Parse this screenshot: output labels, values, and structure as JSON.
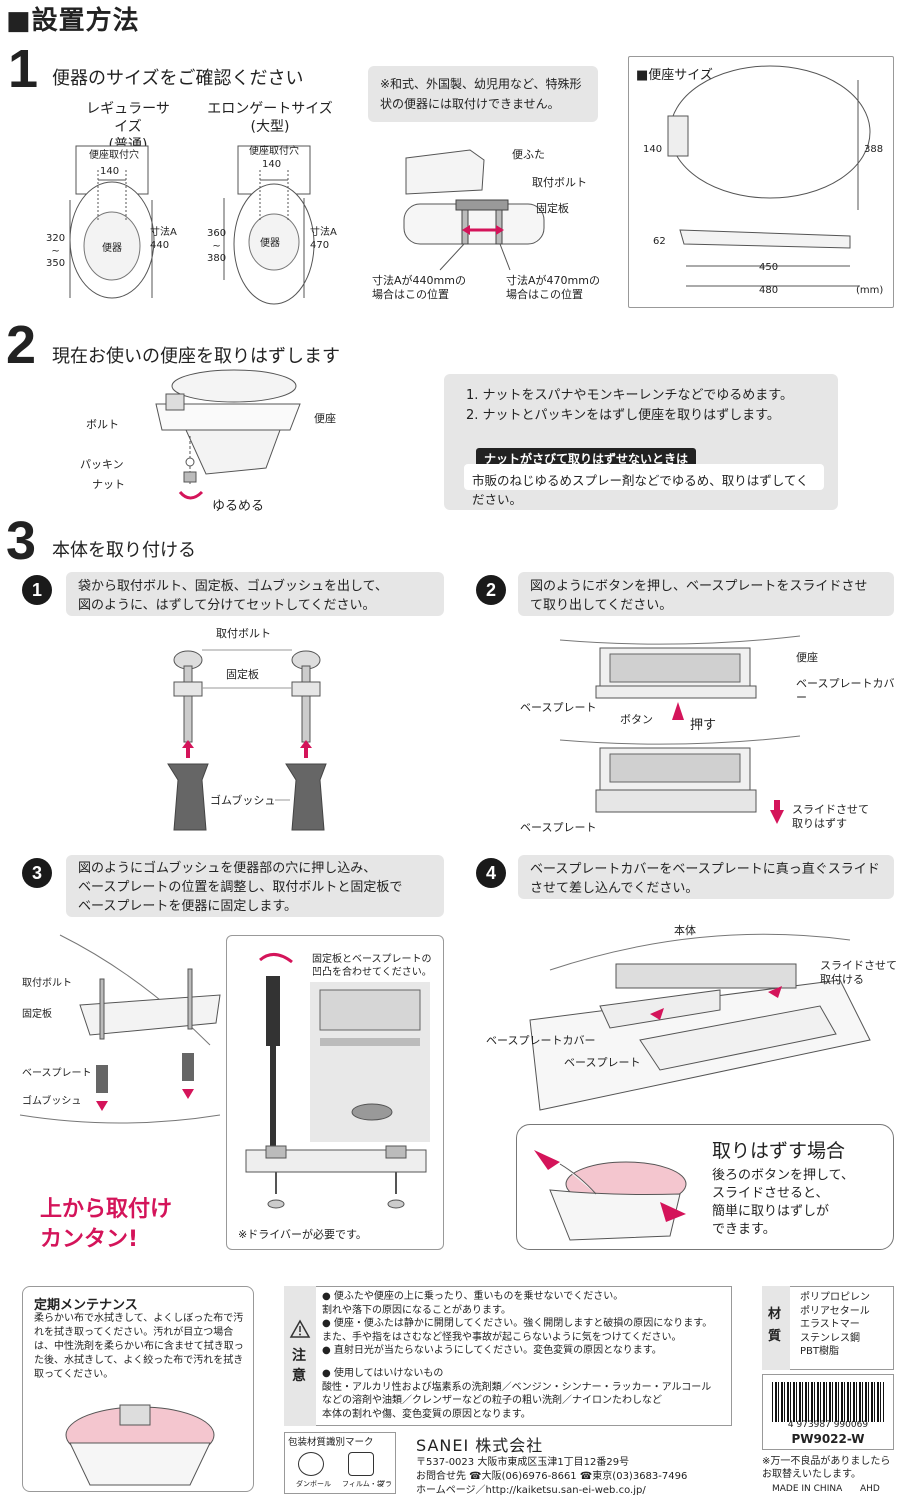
{
  "title": "■設置方法",
  "colors": {
    "accent_pink": "#d4145a",
    "panel_gray": "#e6e6e6"
  },
  "step1": {
    "num": "1",
    "title": "便器のサイズをご確認ください",
    "regular": {
      "name": "レギュラーサイズ",
      "sub": "(普通)",
      "hole_label": "便座取付穴",
      "hole_dim": "140",
      "len_a": "320\n~\n350",
      "len_b": "寸法A\n440",
      "bowl": "便器"
    },
    "elongated": {
      "name": "エロンゲートサイズ",
      "sub": "(大型)",
      "hole_label": "便座取付穴",
      "hole_dim": "140",
      "len_a": "360\n~\n380",
      "len_b": "寸法A\n470",
      "bowl": "便器"
    },
    "notice": "※和式、外国製、幼児用など、特殊形状の便器には取付けできません。",
    "diagram": {
      "lid": "便ふた",
      "bolt": "取付ボルト",
      "plate": "固定板",
      "pos440": "寸法Aが440mmの\n場合はこの位置",
      "pos470": "寸法Aが470mmの\n場合はこの位置"
    },
    "seat_size": {
      "title": "■便座サイズ",
      "d140": "140",
      "d388": "388",
      "d62": "62",
      "d450": "450",
      "d480": "480",
      "unit": "(mm)"
    }
  },
  "step2": {
    "num": "2",
    "title": "現在お使いの便座を取りはずします",
    "labels": {
      "bolt": "ボルト",
      "seat": "便座",
      "packing": "パッキン",
      "nut": "ナット",
      "loosen": "ゆるめる"
    },
    "instructions": [
      "1. ナットをスパナやモンキーレンチなどでゆるめます。",
      "2. ナットとパッキンをはずし便座を取りはずします。"
    ],
    "tip_title": "ナットがさびて取りはずせないときは",
    "tip_text": "市販のねじゆるめスプレー剤などでゆるめ、取りはずしてください。"
  },
  "step3": {
    "num": "3",
    "title": "本体を取り付ける",
    "sub1": {
      "num": "1",
      "text": "袋から取付ボルト、固定板、ゴムブッシュを出して、\n図のように、はずして分けてセットしてください。",
      "bolt": "取付ボルト",
      "plate": "固定板",
      "bush": "ゴムブッシュ"
    },
    "sub2": {
      "num": "2",
      "text": "図のようにボタンを押し、ベースプレートをスライドさせ\nて取り出してください。",
      "seat": "便座",
      "cover": "ベースプレートカバー",
      "base": "ベースプレート",
      "button": "ボタン",
      "push": "押す",
      "base2": "ベースプレート",
      "slide": "スライドさせて\n取りはずす"
    },
    "sub3": {
      "num": "3",
      "text": "図のようにゴムブッシュを便器部の穴に押し込み、\nベースプレートの位置を調整し、取付ボルトと固定板で\nベースプレートを便器に固定します。",
      "bolt": "取付ボルト",
      "plate": "固定板",
      "base": "ベースプレート",
      "bush": "ゴムブッシュ",
      "red": "上から取付け\nカンタン!",
      "inset_note": "固定板とベースプレートの\n凹凸を合わせてください。",
      "driver": "※ドライバーが必要です。"
    },
    "sub4": {
      "num": "4",
      "text": "ベースプレートカバーをベースプレートに真っ直ぐスライド\nさせて差し込んでください。",
      "body": "本体",
      "slide": "スライドさせて\n取付ける",
      "cover": "ベースプレートカバー",
      "base": "ベースプレート"
    },
    "remove": {
      "title": "取りはずす場合",
      "text": "後ろのボタンを押して、\nスライドさせると、\n簡単に取りはずしが\nできます。"
    }
  },
  "maintenance": {
    "title": "定期メンテナンス",
    "text": "柔らかい布で水拭きして、よくしぼった布で汚れを拭き取ってください。汚れが目立つ場合は、中性洗剤を柔らかい布に含ませて拭き取った後、水拭きして、よく絞った布で汚れを拭き取ってください。"
  },
  "caution": {
    "label": "注意",
    "items": [
      "便ふたや便座の上に乗ったり、重いものを乗せないでください。\n割れや落下の原因になることがあります。",
      "便座・便ふたは静かに開閉してください。強く開閉しますと破損の原因になります。\nまた、手や指をはさむなど怪我や事故が起こらないように気をつけてください。",
      "直射日光が当たらないようにしてください。変色変質の原因となります。",
      "使用してはいけないもの\n酸性・アルカリ性および塩素系の洗剤類／ベンジン・シンナー・ラッカー・アルコール\nなどの溶剤や油類／クレンザーなどの粒子の粗い洗剤／ナイロンたわしなど\n本体の割れや傷、変色変質の原因となります。"
    ]
  },
  "material": {
    "label": "材質",
    "items": [
      "ポリプロピレン",
      "ポリアセタール",
      "エラストマー",
      "ステンレス鋼",
      "PBT樹脂"
    ]
  },
  "barcode": {
    "number": "4 973987 990069",
    "model": "PW9022-W"
  },
  "recycle": {
    "title": "包装材質識別マーク",
    "mark1": "ダンボール",
    "mark2": "フィルム・袋",
    "mark2b": "プラ"
  },
  "company": {
    "name": "SANEI 株式会社",
    "address": "〒537-0023 大阪市東成区玉津1丁目12番29号",
    "contact": "お問合せ先 ☎大阪(06)6976-8661 ☎東京(03)3683-7496",
    "web": "ホームページ／http://kaiketsu.san-ei-web.co.jp/"
  },
  "footnote": "※万一不良品がありましたら\nお取替えいたします。",
  "made_in": "MADE IN CHINA",
  "code": "AHD"
}
